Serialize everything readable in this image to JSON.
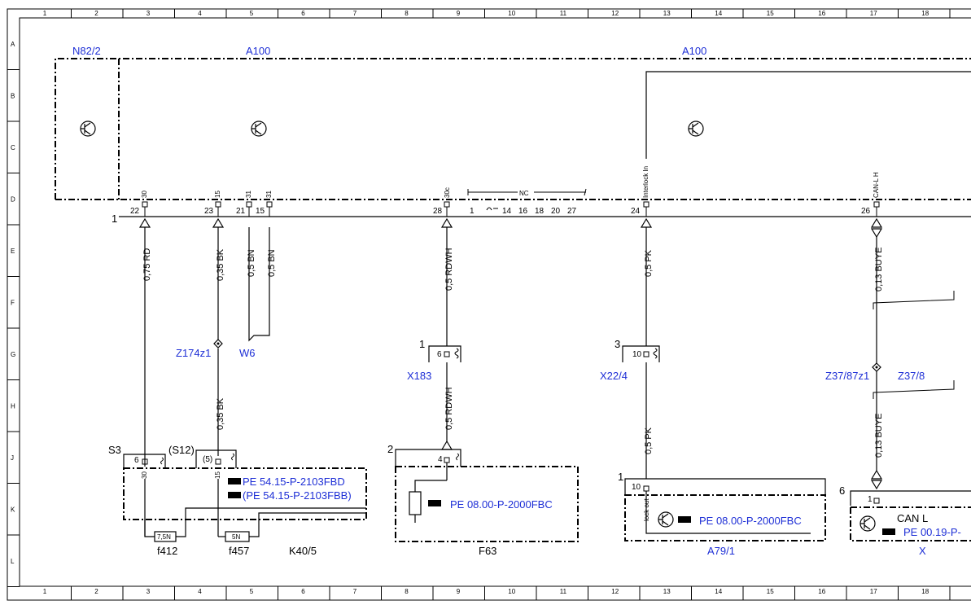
{
  "grid": {
    "columns": [
      "1",
      "2",
      "3",
      "4",
      "5",
      "6",
      "7",
      "8",
      "9",
      "10",
      "11",
      "12",
      "13",
      "14",
      "15",
      "16",
      "17",
      "18"
    ],
    "rows": [
      "A",
      "B",
      "C",
      "D",
      "E",
      "F",
      "G",
      "H",
      "J",
      "K",
      "L"
    ]
  },
  "components": {
    "n82": "N82/2",
    "a100_left": "A100",
    "a100_right": "A100",
    "z174z1": "Z174z1",
    "w6": "W6",
    "x183": "X183",
    "x22_4": "X22/4",
    "z37_87z1": "Z37/87z1",
    "z37_8": "Z37/8",
    "f412": "f412",
    "f457": "f457",
    "k40_5": "K40/5",
    "f63": "F63",
    "a79_1": "A79/1",
    "x": "X"
  },
  "references": {
    "ref1": "PE 54.15-P-2103FBD",
    "ref2": "(PE 54.15-P-2103FBB)",
    "ref3": "PE 08.00-P-2000FBC",
    "ref4": "PE 08.00-P-2000FBC",
    "ref5": "PE 00.19-P-"
  },
  "pins": {
    "p22": "22",
    "p23": "23",
    "p21": "21",
    "p15": "15",
    "p28": "28",
    "p1": "1",
    "p14": "14",
    "p16": "16",
    "p18": "18",
    "p20": "20",
    "p27": "27",
    "p24": "24",
    "p26": "26",
    "t30": "30",
    "t15": "15",
    "t31a": "31",
    "t31b": "31",
    "t30c": "30c",
    "interlock": "Interlock In",
    "canlh": "CAN-L H",
    "nc": "NC",
    "bus1": "1"
  },
  "wires": {
    "w1": "0,75 RD",
    "w2": "0,35 BK",
    "w3": "0,5 BN",
    "w4": "0,5 BN",
    "w5": "0,5 RDWH",
    "w6": "0,5 PK",
    "w7": "0,13 BUYE",
    "w8": "0,35 BK",
    "w9": "0,5 RDWH",
    "w10": "0,5 PK",
    "w11": "0,13 BUYE"
  },
  "connectors": {
    "s3": "S3",
    "s12": "(S12)",
    "s3pin": "6",
    "s12pin": "(5)",
    "x183num": "1",
    "x183pin": "6",
    "x22num": "3",
    "x22pin": "10",
    "f63num": "2",
    "f63pin": "4",
    "a79num": "1",
    "a79pin": "10",
    "xnum": "6",
    "xpin": "1",
    "fuse1": "7,5N",
    "fuse2": "5N",
    "k30": "30",
    "k15": "15",
    "lockout": "lock out",
    "canl": "CAN L"
  }
}
